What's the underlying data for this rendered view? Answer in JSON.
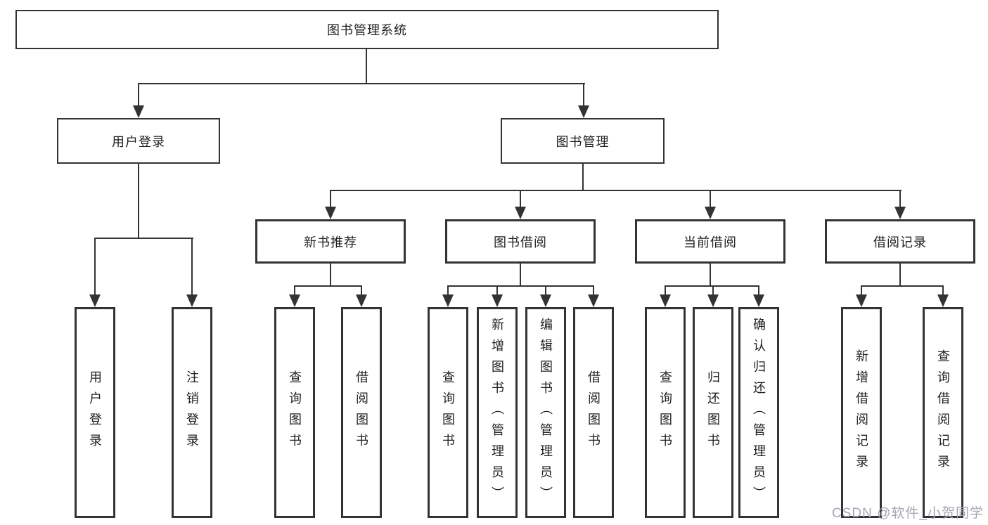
{
  "colors": {
    "line": "#333333",
    "box_border": "#333333",
    "text": "#1f1f1f",
    "watermark": "#a6a6b2",
    "background": "#ffffff"
  },
  "nodes": {
    "root": "图书管理系统",
    "user_login": "用户登录",
    "book_management": "图书管理",
    "new_book_recommend": "新书推荐",
    "book_borrowing": "图书借阅",
    "current_borrowing": "当前借阅",
    "borrowing_records": "借阅记录",
    "leaf_user_login": "用户登录",
    "leaf_logout": "注销登录",
    "leaf_query_books_recommend": "查询图书",
    "leaf_borrow_books_recommend": "借阅图书",
    "leaf_query_books_borrowing": "查询图书",
    "leaf_add_books_admin": "新增图书（管理员）",
    "leaf_edit_books_admin": "编辑图书（管理员）",
    "leaf_borrow_books_borrowing": "借阅图书",
    "leaf_query_books_current": "查询图书",
    "leaf_return_books": "归还图书",
    "leaf_confirm_return_admin": "确认归还（管理员）",
    "leaf_add_borrow_record": "新增借阅记录",
    "leaf_query_borrow_record": "查询借阅记录"
  },
  "watermark": "CSDN @软件_小贺同学"
}
